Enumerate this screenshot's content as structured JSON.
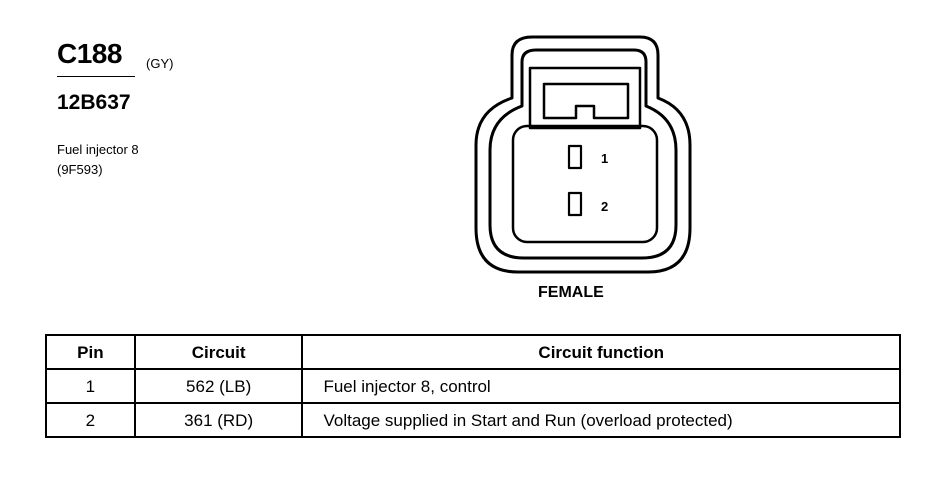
{
  "connector": {
    "id": "C188",
    "color_code": "(GY)",
    "part_number": "12B637",
    "description": "Fuel injector 8",
    "component_code": "(9F593)",
    "gender": "FEMALE",
    "pin_labels": [
      "1",
      "2"
    ]
  },
  "table": {
    "headers": [
      "Pin",
      "Circuit",
      "Circuit function"
    ],
    "rows": [
      {
        "pin": "1",
        "circuit": "562 (LB)",
        "function": "Fuel injector 8, control"
      },
      {
        "pin": "2",
        "circuit": "361 (RD)",
        "function": "Voltage supplied in Start and Run (overload protected)"
      }
    ]
  }
}
